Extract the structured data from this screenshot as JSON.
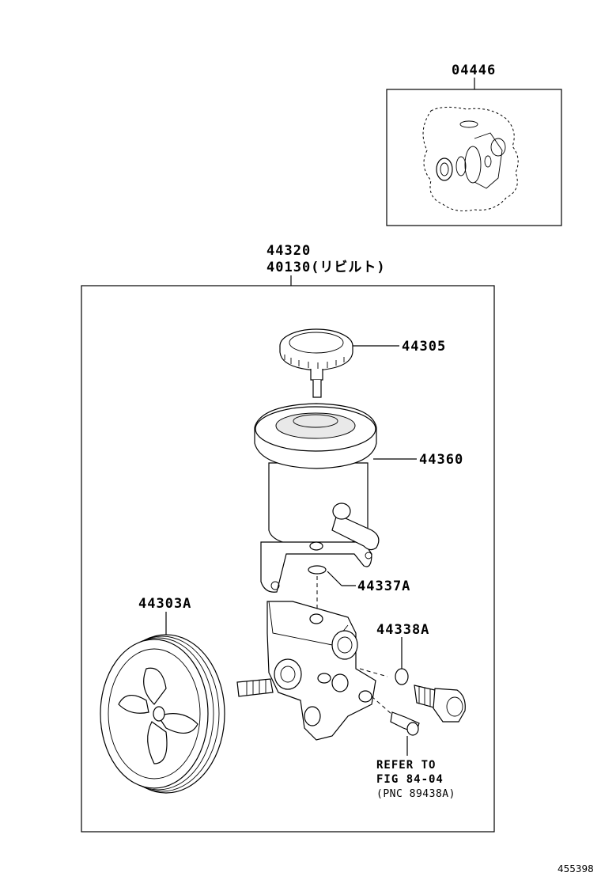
{
  "labels": {
    "kit": "04446",
    "assy_1": "44320",
    "assy_2": "40130(リビルト)",
    "cap": "44305",
    "reservoir": "44360",
    "oring": "44337A",
    "pulley": "44303A",
    "union_oring": "44338A"
  },
  "reference": {
    "line1": "REFER TO",
    "line2": "FIG 84-04",
    "line3": "(PNC 89438A)"
  },
  "illustration_id": "455398"
}
